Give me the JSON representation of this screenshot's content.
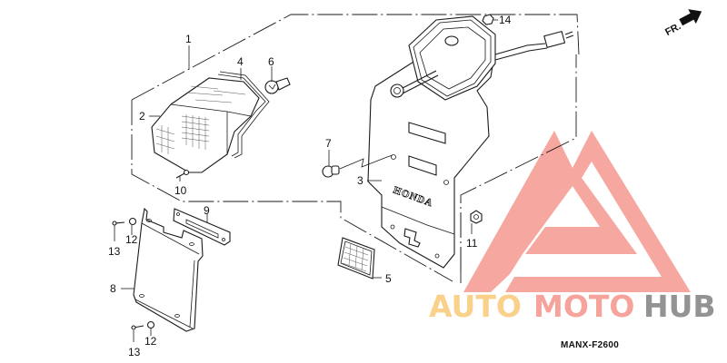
{
  "diagram": {
    "type": "exploded-parts-diagram",
    "subject": "rear license light / tail light assembly",
    "direction_indicator": "FR.",
    "figure_code": "MANX-F2600",
    "brand_marking": "HONDA",
    "callouts": [
      {
        "id": "1",
        "label": "1"
      },
      {
        "id": "2",
        "label": "2"
      },
      {
        "id": "3",
        "label": "3"
      },
      {
        "id": "4",
        "label": "4"
      },
      {
        "id": "5",
        "label": "5"
      },
      {
        "id": "6",
        "label": "6"
      },
      {
        "id": "7",
        "label": "7"
      },
      {
        "id": "8",
        "label": "8"
      },
      {
        "id": "9",
        "label": "9"
      },
      {
        "id": "10",
        "label": "10"
      },
      {
        "id": "11",
        "label": "11"
      },
      {
        "id": "12a",
        "label": "12"
      },
      {
        "id": "12b",
        "label": "12"
      },
      {
        "id": "13a",
        "label": "13"
      },
      {
        "id": "13b",
        "label": "13"
      },
      {
        "id": "14",
        "label": "14"
      }
    ]
  },
  "watermark": {
    "text_parts": [
      "AUTO",
      "MOTO",
      "HUB"
    ],
    "colors": {
      "auto": "#f9d18a",
      "moto": "#f6a39b",
      "hub": "#939393",
      "logo": "#f6a39b"
    }
  }
}
